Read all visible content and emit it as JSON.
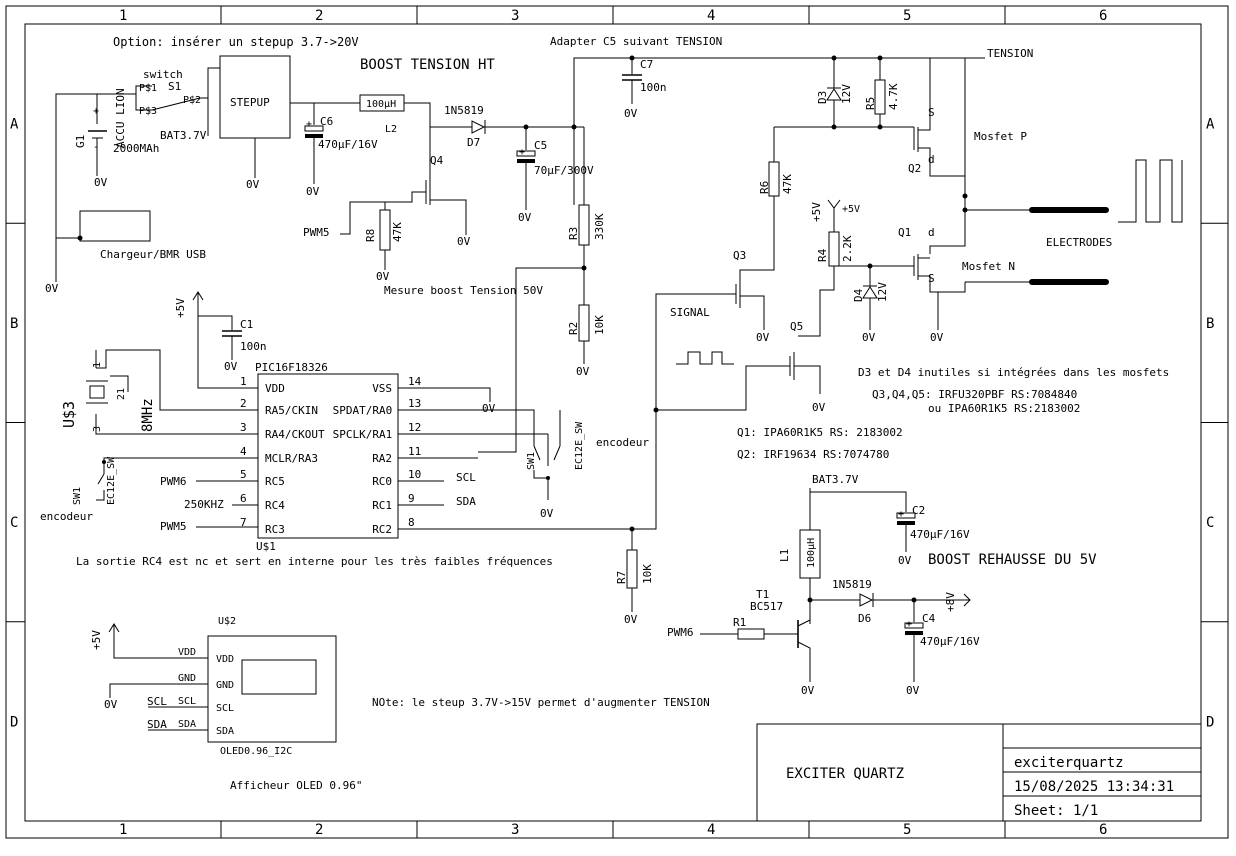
{
  "frame": {
    "columns": [
      "1",
      "2",
      "3",
      "4",
      "5",
      "6"
    ],
    "rows": [
      "A",
      "B",
      "C",
      "D"
    ]
  },
  "texts": {
    "option_note": "Option: insérer un stepup 3.7->20V",
    "boost_title": "BOOST TENSION HT",
    "adapt_c5": "Adapter C5 suivant TENSION",
    "tension": "TENSION",
    "mesure_boost": "Mesure boost Tension 50V",
    "signal": "SIGNAL",
    "electrodes": "ELECTRODES",
    "mosfet_p": "Mosfet P",
    "mosfet_n": "Mosfet N",
    "note_d3d4": "D3 et D4 inutiles si intégrées dans les mosfets",
    "q345_ref": "Q3,Q4,Q5: IRFU320PBF   RS:7084840",
    "q345_alt": "ou IPA60R1K5  RS:2183002",
    "q1_ref": "Q1: IPA60R1K5  RS: 2183002",
    "q2_ref": "Q2: IRF19634 RS:7074780",
    "encodeur": "encodeur",
    "rc4_note": "La sortie RC4 est nc et sert en interne pour les très faibles fréquences",
    "boost5v_title": "BOOST REHAUSSE DU 5V",
    "note_stepup": "NOte: le steup 3.7V->15V permet d'augmenter TENSION",
    "oled_caption": "Afficheur OLED 0.96\"",
    "chargeur": "Chargeur/BMR USB",
    "switch": "switch",
    "s1": "S1",
    "stepup": "STEPUP",
    "accu": "ACCU LION",
    "bat37": "BAT3.7V",
    "mah": "2000MAh",
    "g1": "G1",
    "ps1": "P$1",
    "ps2": "P$2",
    "ps3": "P$3",
    "plus5v": "+5V",
    "zero_v": "0V",
    "c1": "C1",
    "c1_val": "100n",
    "c2": "C2",
    "c2_val": "470µF/16V",
    "c4": "C4",
    "c4_val": "470µF/16V",
    "c5": "C5",
    "c5_val": "70µF/300V",
    "c6": "C6",
    "c6_val": "470µF/16V",
    "c7": "C7",
    "c7_val": "100n",
    "l2": "L2",
    "l2_val": "100µH",
    "l1": "L1",
    "l1_val": "100µH",
    "d7_part": "1N5819",
    "d7": "D7",
    "d6_part": "1N5819",
    "d6": "D6",
    "d3": "D3",
    "d3_val": "12V",
    "d4": "D4",
    "d4_val": "12V",
    "r1": "R1",
    "r2": "R2",
    "r2_val": "10K",
    "r3": "R3",
    "r3_val": "330K",
    "r4": "R4",
    "r4_val": "2.2K",
    "r5": "R5",
    "r5_val": "4.7K",
    "r6": "R6",
    "r6_val": "47K",
    "r7": "R7",
    "r7_val": "10K",
    "r8": "R8",
    "r8_val": "47K",
    "q1": "Q1",
    "q2": "Q2",
    "q3": "Q3",
    "q4": "Q4",
    "q5": "Q5",
    "d_pin": "d",
    "s_pin": "S",
    "pwm5": "PWM5",
    "pwm6": "PWM6",
    "khz": "250KHZ",
    "scl": "SCL",
    "sda": "SDA",
    "t1": "T1",
    "t1_val": "BC517",
    "plus8v": "+8V",
    "u3": "U$3",
    "xtal": "8MHz",
    "xtal_pin1": "1",
    "xtal_pin2": "2",
    "xtal_pin3": "3",
    "xtal_mid": "21",
    "sw1": "SW1",
    "ec12e": "EC12E_SW"
  },
  "pic": {
    "part": "PIC16F18326",
    "ref": "U$1",
    "left_pins": [
      {
        "num": "1",
        "name": "VDD"
      },
      {
        "num": "2",
        "name": "RA5/CKIN"
      },
      {
        "num": "3",
        "name": "RA4/CKOUT"
      },
      {
        "num": "4",
        "name": "MCLR/RA3"
      },
      {
        "num": "5",
        "name": "RC5"
      },
      {
        "num": "6",
        "name": "RC4"
      },
      {
        "num": "7",
        "name": "RC3"
      }
    ],
    "right_pins": [
      {
        "num": "14",
        "name": "VSS"
      },
      {
        "num": "13",
        "name": "SPDAT/RA0"
      },
      {
        "num": "12",
        "name": "SPCLK/RA1"
      },
      {
        "num": "11",
        "name": "RA2"
      },
      {
        "num": "10",
        "name": "RC0"
      },
      {
        "num": "9",
        "name": "RC1"
      },
      {
        "num": "8",
        "name": "RC2"
      }
    ]
  },
  "oled": {
    "ref": "U$2",
    "part": "OLED0.96_I2C",
    "pins": [
      {
        "net": "VDD",
        "name": "VDD"
      },
      {
        "net": "GND",
        "name": "GND"
      },
      {
        "net": "SCL",
        "name": "SCL"
      },
      {
        "net": "SDA",
        "name": "SDA"
      }
    ]
  },
  "title_block": {
    "title": "EXCITER QUARTZ",
    "file": "exciterquartz",
    "date": "15/08/2025 13:34:31",
    "sheet": "Sheet: 1/1"
  }
}
